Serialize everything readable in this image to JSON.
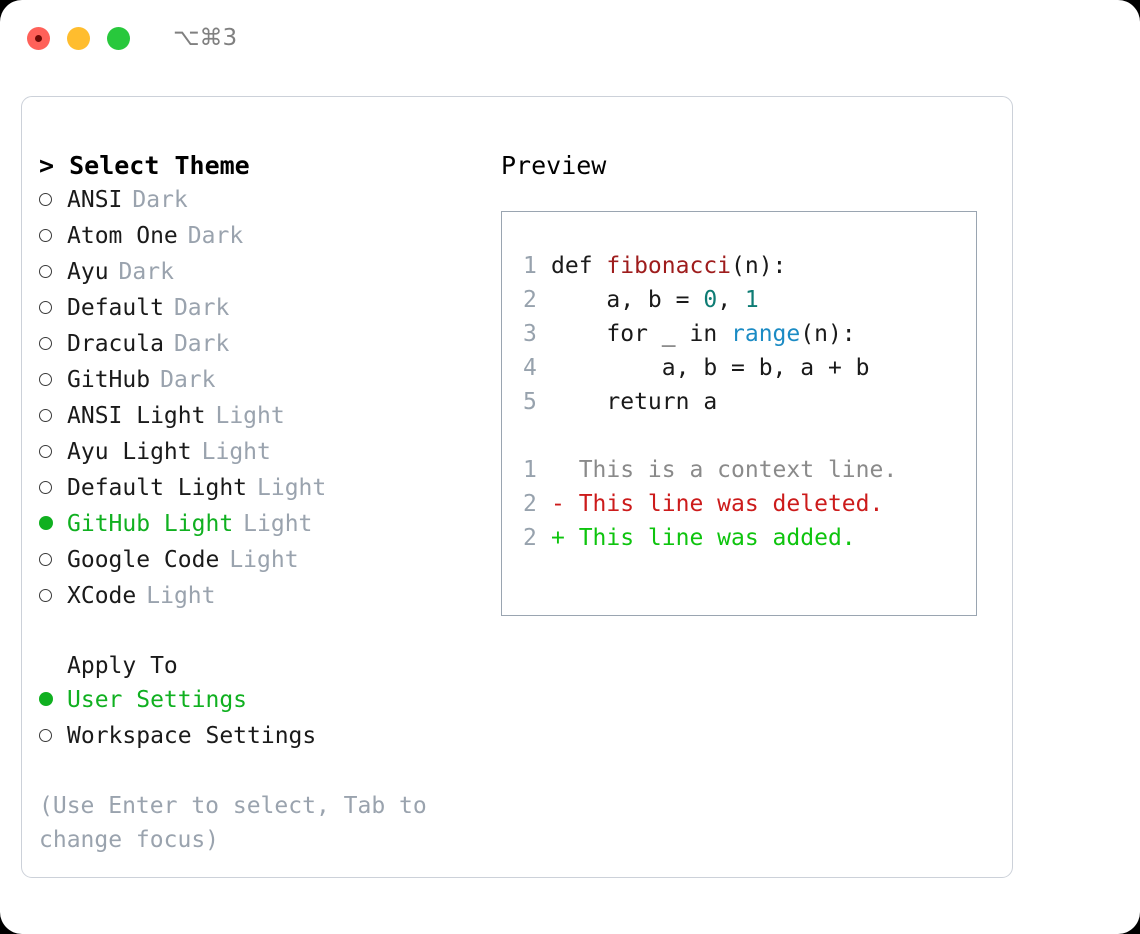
{
  "titlebar": {
    "lights": [
      "close-red",
      "minimize-yellow",
      "zoom-green"
    ],
    "shortcut": "⌥⌘3"
  },
  "theme_picker": {
    "header": "> Select Theme",
    "options": [
      {
        "marker": "○",
        "label": "ANSI",
        "tag": "Dark",
        "selected": false
      },
      {
        "marker": "○",
        "label": "Atom One",
        "tag": "Dark",
        "selected": false
      },
      {
        "marker": "○",
        "label": "Ayu",
        "tag": "Dark",
        "selected": false
      },
      {
        "marker": "○",
        "label": "Default",
        "tag": "Dark",
        "selected": false
      },
      {
        "marker": "○",
        "label": "Dracula",
        "tag": "Dark",
        "selected": false
      },
      {
        "marker": "○",
        "label": "GitHub",
        "tag": "Dark",
        "selected": false
      },
      {
        "marker": "○",
        "label": "ANSI Light",
        "tag": "Light",
        "selected": false
      },
      {
        "marker": "○",
        "label": "Ayu Light",
        "tag": "Light",
        "selected": false
      },
      {
        "marker": "○",
        "label": "Default Light",
        "tag": "Light",
        "selected": false
      },
      {
        "marker": "●",
        "label": "GitHub Light",
        "tag": "Light",
        "selected": true
      },
      {
        "marker": "○",
        "label": "Google Code",
        "tag": "Light",
        "selected": false
      },
      {
        "marker": "○",
        "label": "XCode",
        "tag": "Light",
        "selected": false
      }
    ]
  },
  "apply_to": {
    "header": "Apply To",
    "options": [
      {
        "marker": "●",
        "label": "User Settings",
        "selected": true
      },
      {
        "marker": "○",
        "label": "Workspace Settings",
        "selected": false
      }
    ]
  },
  "hint": "(Use Enter to select, Tab to change focus)",
  "preview": {
    "title": "Preview",
    "code_lines": [
      {
        "no": "1",
        "parts": [
          {
            "t": "def ",
            "c": "plain"
          },
          {
            "t": "fibonacci",
            "c": "fn"
          },
          {
            "t": "(n):",
            "c": "plain"
          }
        ]
      },
      {
        "no": "2",
        "parts": [
          {
            "t": "    a, b = ",
            "c": "plain"
          },
          {
            "t": "0",
            "c": "num"
          },
          {
            "t": ", ",
            "c": "plain"
          },
          {
            "t": "1",
            "c": "num"
          }
        ]
      },
      {
        "no": "3",
        "parts": [
          {
            "t": "    for _ in ",
            "c": "plain"
          },
          {
            "t": "range",
            "c": "kw"
          },
          {
            "t": "(n):",
            "c": "plain"
          }
        ]
      },
      {
        "no": "4",
        "parts": [
          {
            "t": "        a, b = b, a + b",
            "c": "plain"
          }
        ]
      },
      {
        "no": "5",
        "parts": [
          {
            "t": "    return a",
            "c": "plain"
          }
        ]
      }
    ],
    "diff_lines": [
      {
        "no": "1",
        "text": "  This is a context line.",
        "kind": "ctx"
      },
      {
        "no": "2",
        "text": "- This line was deleted.",
        "kind": "del"
      },
      {
        "no": "2",
        "text": "+ This line was added.",
        "kind": "add"
      }
    ]
  },
  "colors": {
    "selected_green": "#10b020",
    "tag_grey": "#9aa3ae",
    "diff_add": "#0ec40e",
    "diff_del": "#cc1b1b",
    "diff_ctx": "#8a8a8a",
    "token_fn": "#9e1c1c",
    "token_num": "#0e7c74",
    "token_kw": "#1b8bc4",
    "panel_border": "#ccd1d9",
    "preview_border": "#9aa5b1"
  }
}
